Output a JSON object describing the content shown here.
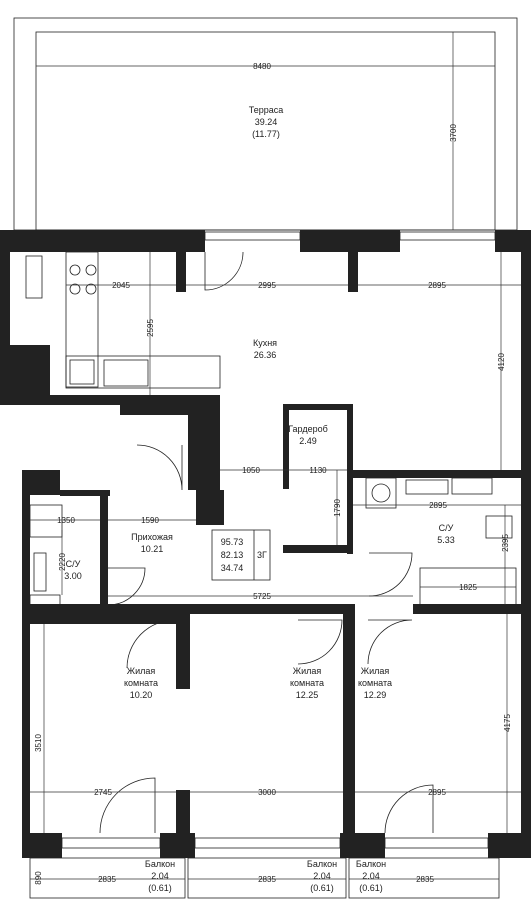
{
  "rooms": {
    "terrace": {
      "name": "Терраса",
      "area": "39.24",
      "area_coef": "(11.77)"
    },
    "kitchen": {
      "name": "Кухня",
      "area": "26.36"
    },
    "wardrobe": {
      "name": "Гардероб",
      "area": "2.49"
    },
    "hallway": {
      "name": "Прихожая",
      "area": "10.21"
    },
    "bath_left": {
      "name": "С/У",
      "area": "3.00"
    },
    "bath_right": {
      "name": "С/У",
      "area": "5.33"
    },
    "room1": {
      "name_line1": "Жилая",
      "name_line2": "комната",
      "area": "10.20"
    },
    "room2": {
      "name_line1": "Жилая",
      "name_line2": "комната",
      "area": "12.25"
    },
    "room3": {
      "name_line1": "Жилая",
      "name_line2": "комната",
      "area": "12.29"
    },
    "balcony1": {
      "name": "Балкон",
      "area": "2.04",
      "area_coef": "(0.61)"
    },
    "balcony2": {
      "name": "Балкон",
      "area": "2.04",
      "area_coef": "(0.61)"
    },
    "balcony3": {
      "name": "Балкон",
      "area": "2.04",
      "area_coef": "(0.61)"
    }
  },
  "summary": {
    "total": "95.73",
    "living_total": "82.13",
    "living": "34.74",
    "type": "3Г"
  },
  "dimensions": {
    "terrace_width": "8480",
    "terrace_depth": "3700",
    "kitchen_left": "2045",
    "kitchen_depth": "2595",
    "kitchen_mid": "2995",
    "kitchen_right": "2895",
    "kitchen_height": "4120",
    "corridor_a": "1050",
    "corridor_b": "1130",
    "wardrobe_depth": "1790",
    "bath_left_w": "1350",
    "hall_w": "1590",
    "bath_left_h": "2220",
    "bath_right_w": "2895",
    "bath_right_h": "2395",
    "tub": "1825",
    "corridor_len": "5725",
    "room1_h": "3510",
    "room3_h": "4175",
    "room1_w": "2745",
    "room2_w": "3000",
    "room3_w": "2895",
    "balc_depth": "890",
    "balc1_w": "2835",
    "balc2_w": "2835",
    "balc3_w": "2835"
  }
}
